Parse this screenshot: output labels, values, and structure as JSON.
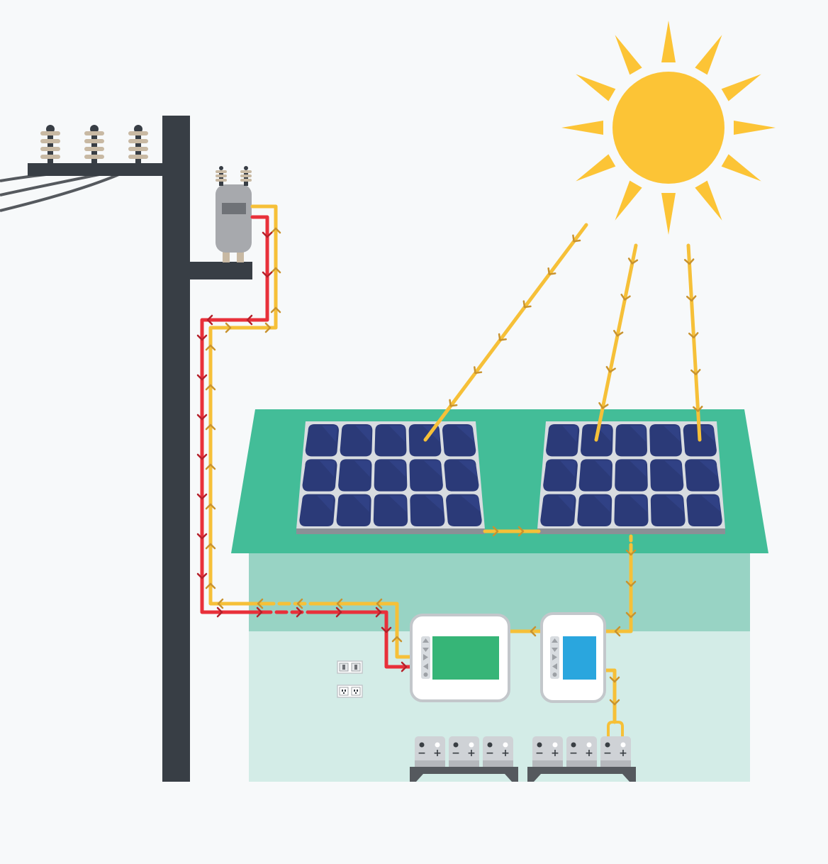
{
  "colors": {
    "background": "#f7f9fa",
    "pole": "#383e45",
    "sun": "#fcc436",
    "grid_feed": "#e8303a",
    "solar_feed": "#f6c038",
    "arrow": "#c9932e",
    "roof": "#43bd98",
    "house_upper": "#98d3c4",
    "house_lower": "#d3ece7",
    "panel_frame": "#d8dce0",
    "panel_cell": "#2b3a78",
    "inverter_screen": "#36b577",
    "charger_screen": "#2aa6de",
    "battery": "#cfd2d6",
    "battery_rack": "#55595e",
    "transformer": "#a7a9ad"
  },
  "components": [
    {
      "name": "utility-pole",
      "icon": "utility-pole-icon"
    },
    {
      "name": "pole-insulators",
      "icon": "insulator-icon",
      "count": 3
    },
    {
      "name": "transformer",
      "icon": "transformer-icon"
    },
    {
      "name": "sun",
      "icon": "sun-icon"
    },
    {
      "name": "solar-panel-left",
      "icon": "solar-panel-icon",
      "rows": 3,
      "cols": 5
    },
    {
      "name": "solar-panel-right",
      "icon": "solar-panel-icon",
      "rows": 3,
      "cols": 5
    },
    {
      "name": "grid-tie-inverter",
      "icon": "inverter-icon"
    },
    {
      "name": "charge-controller",
      "icon": "charge-controller-icon"
    },
    {
      "name": "wall-switch",
      "icon": "switch-icon"
    },
    {
      "name": "wall-outlet",
      "icon": "outlet-icon"
    },
    {
      "name": "battery-bank-left",
      "icon": "battery-icon",
      "count": 3
    },
    {
      "name": "battery-bank-right",
      "icon": "battery-icon",
      "count": 3
    }
  ],
  "flows": [
    {
      "name": "sunlight-rays",
      "color": "solar",
      "direction": "sun-to-panels"
    },
    {
      "name": "panel-interconnect",
      "color": "solar",
      "direction": "left-to-right-panel"
    },
    {
      "name": "panel-to-controller",
      "color": "solar",
      "direction": "down"
    },
    {
      "name": "controller-to-battery",
      "color": "solar",
      "direction": "down"
    },
    {
      "name": "controller-to-inverter",
      "color": "solar",
      "direction": "left"
    },
    {
      "name": "inverter-to-grid",
      "color": "solar",
      "direction": "to-transformer"
    },
    {
      "name": "grid-to-inverter",
      "color": "grid",
      "direction": "from-transformer"
    }
  ],
  "battery_terminals": {
    "negative": "−",
    "positive": "+"
  }
}
